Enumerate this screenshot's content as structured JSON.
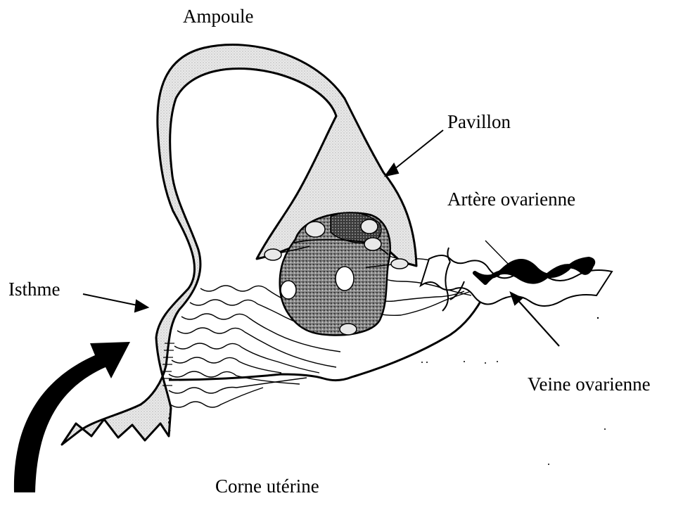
{
  "labels": {
    "ampoule": "Ampoule",
    "pavillon": "Pavillon",
    "artere": "Artère ovarienne",
    "isthme": "Isthme",
    "veine": "Veine ovarienne",
    "corne": "Corne utérine"
  },
  "colors": {
    "ink": "#000000",
    "tube_fill": "#e2e2e2",
    "ovary_fill": "#6e6e6e",
    "follicle_fill": "#ffffff",
    "artery_fill": "#ffffff",
    "vein_fill": "#000000"
  }
}
